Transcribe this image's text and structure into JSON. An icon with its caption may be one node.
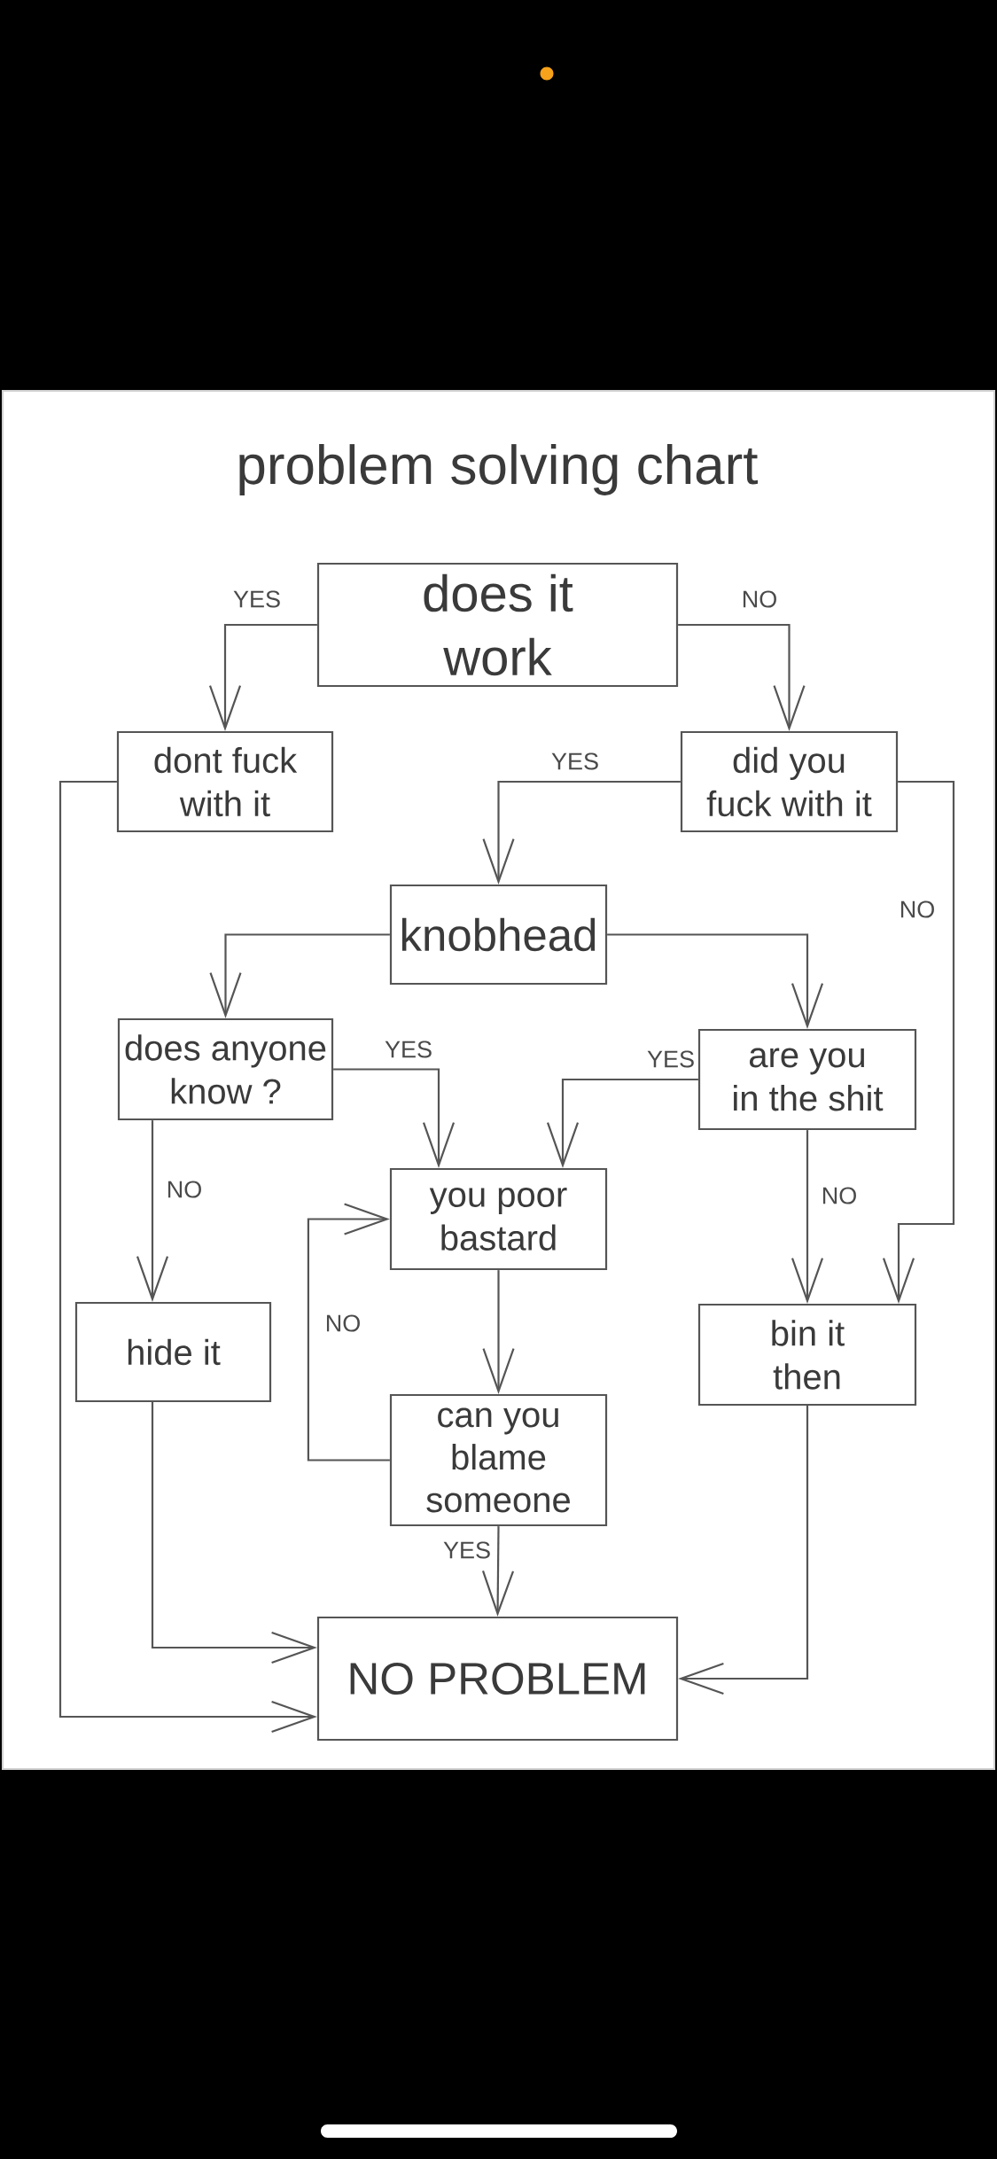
{
  "diagram": {
    "title": "problem solving chart",
    "nodes": [
      {
        "text": [
          "does it work"
        ]
      },
      {
        "text": [
          "dont fuck with it"
        ]
      },
      {
        "text": [
          "did you fuck with it"
        ]
      },
      {
        "text": [
          "knobhead"
        ]
      },
      {
        "text": [
          "does anyone know ?"
        ]
      },
      {
        "text": [
          "are you in the shit"
        ]
      },
      {
        "text": [
          "you poor bastard"
        ]
      },
      {
        "text": [
          "hide it"
        ]
      },
      {
        "text": [
          "bin it then"
        ]
      },
      {
        "text": [
          "can you blame someone"
        ]
      },
      {
        "text": [
          "NO PROBLEM"
        ]
      }
    ],
    "edges": [
      {
        "from": 0,
        "to": 1,
        "arrow": "to",
        "label": "YES"
      },
      {
        "from": 0,
        "to": 2,
        "arrow": "to",
        "label": "NO"
      },
      {
        "from": 1,
        "to": 10,
        "arrow": "to"
      },
      {
        "from": 2,
        "to": 3,
        "arrow": "to",
        "label": "YES"
      },
      {
        "from": 2,
        "to": 8,
        "arrow": "to",
        "label": "NO"
      },
      {
        "from": 3,
        "to": 4,
        "arrow": "to"
      },
      {
        "from": 3,
        "to": 5,
        "arrow": "to"
      },
      {
        "from": 4,
        "to": 6,
        "arrow": "to",
        "label": "YES"
      },
      {
        "from": 4,
        "to": 7,
        "arrow": "to",
        "label": "NO"
      },
      {
        "from": 5,
        "to": 6,
        "arrow": "to",
        "label": "YES"
      },
      {
        "from": 5,
        "to": 8,
        "arrow": "to",
        "label": "NO"
      },
      {
        "from": 6,
        "to": 9,
        "arrow": "to"
      },
      {
        "from": 9,
        "to": 6,
        "arrow": "to",
        "label": "NO"
      },
      {
        "from": 9,
        "to": 10,
        "arrow": "to",
        "label": "YES"
      },
      {
        "from": 7,
        "to": 10,
        "arrow": "to"
      },
      {
        "from": 8,
        "to": 10,
        "arrow": "to"
      }
    ]
  }
}
